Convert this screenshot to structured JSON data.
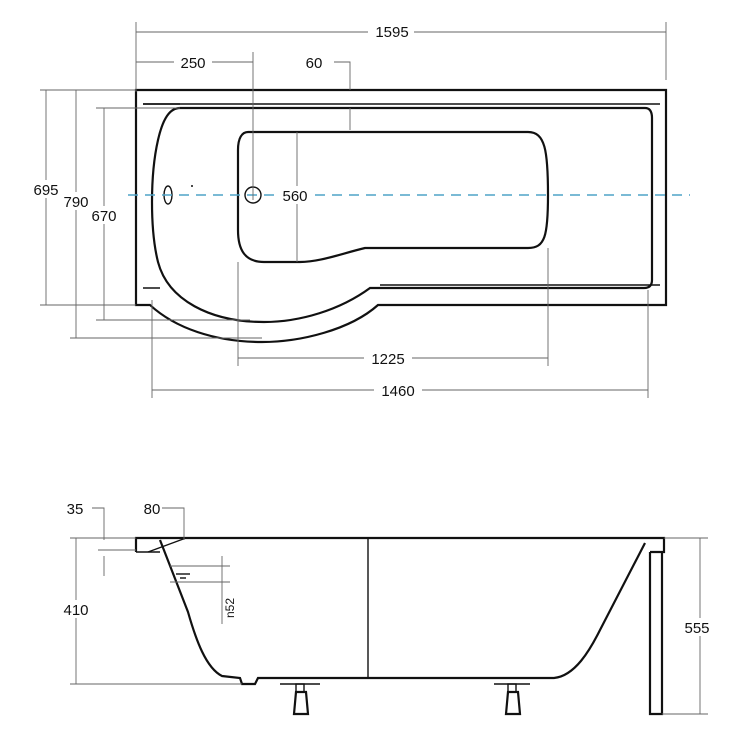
{
  "top_view": {
    "dims": {
      "overall_length": "1595",
      "left_offset": "250",
      "top_offset": "60",
      "center_width": "560",
      "inner_length": "1225",
      "outer_length": "1460",
      "width_a": "695",
      "width_b": "790",
      "width_c": "670"
    }
  },
  "side_view": {
    "dims": {
      "rim": "35",
      "ledge": "80",
      "depth": "410",
      "overflow": "n52",
      "height": "555"
    }
  },
  "colors": {
    "outline": "#111111",
    "dimension": "#666666",
    "centerline": "#4fa3c7"
  }
}
